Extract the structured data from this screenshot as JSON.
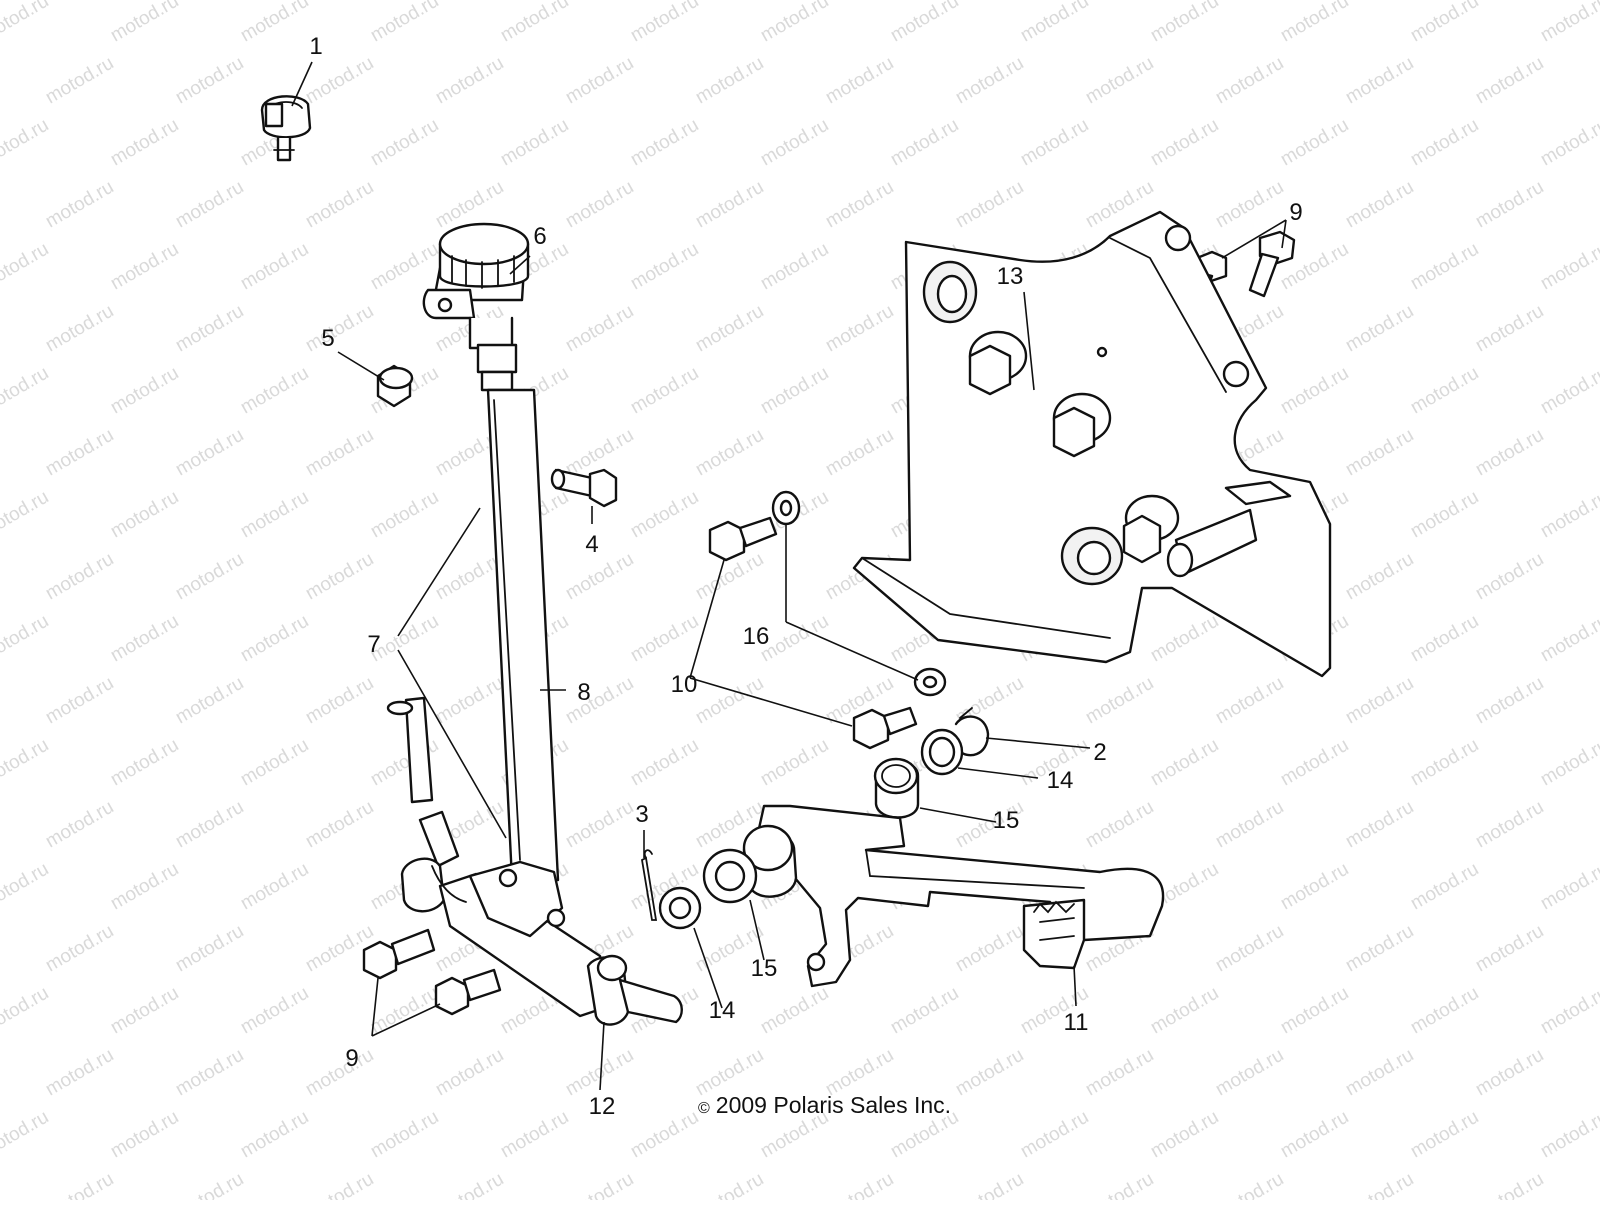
{
  "watermark": {
    "text": "motod.ru"
  },
  "callouts": [
    {
      "id": "c1",
      "label": "1"
    },
    {
      "id": "c2",
      "label": "2"
    },
    {
      "id": "c3",
      "label": "3"
    },
    {
      "id": "c4",
      "label": "4"
    },
    {
      "id": "c5",
      "label": "5"
    },
    {
      "id": "c6",
      "label": "6"
    },
    {
      "id": "c7",
      "label": "7"
    },
    {
      "id": "c8",
      "label": "8"
    },
    {
      "id": "c9a",
      "label": "9"
    },
    {
      "id": "c9b",
      "label": "9"
    },
    {
      "id": "c10",
      "label": "10"
    },
    {
      "id": "c11",
      "label": "11"
    },
    {
      "id": "c12",
      "label": "12"
    },
    {
      "id": "c13",
      "label": "13"
    },
    {
      "id": "c14a",
      "label": "14"
    },
    {
      "id": "c14b",
      "label": "14"
    },
    {
      "id": "c15a",
      "label": "15"
    },
    {
      "id": "c15b",
      "label": "15"
    },
    {
      "id": "c16",
      "label": "16"
    }
  ],
  "footer": {
    "symbol": "©",
    "copyright": "2009 Polaris Sales Inc."
  }
}
